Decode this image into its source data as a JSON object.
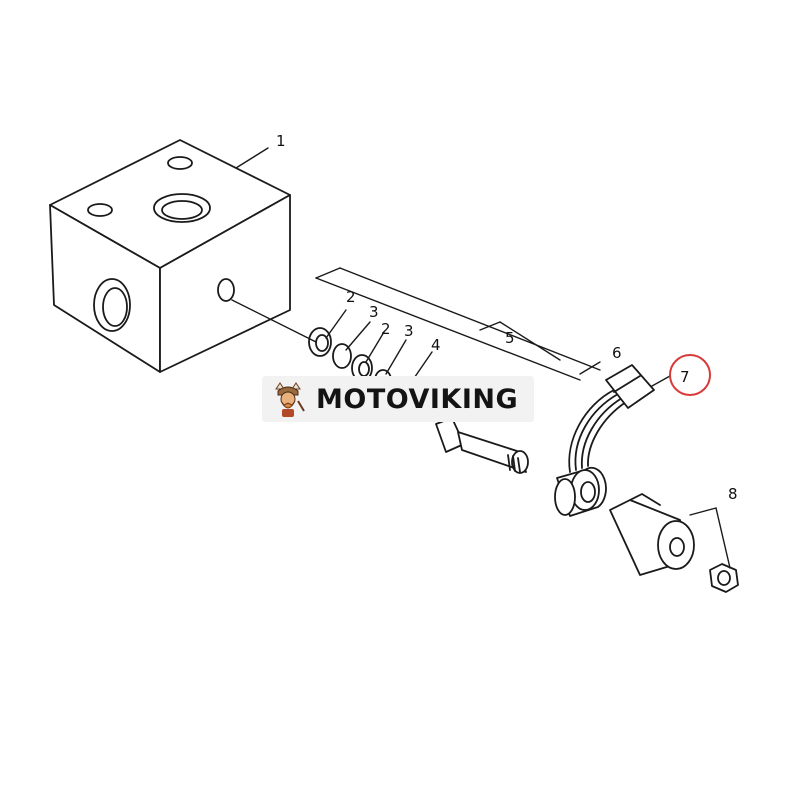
{
  "diagram": {
    "callouts": {
      "c1": "1",
      "c2a": "2",
      "c3a": "3",
      "c2b": "2",
      "c3b": "3",
      "c4": "4",
      "c5": "5",
      "c6": "6",
      "c7": "7",
      "c8": "8"
    },
    "highlighted_callout": "7",
    "highlight_color": "#d93a3a"
  },
  "watermark": {
    "text": "MOTOVIKING",
    "logo_icon": "viking-mascot-icon"
  }
}
